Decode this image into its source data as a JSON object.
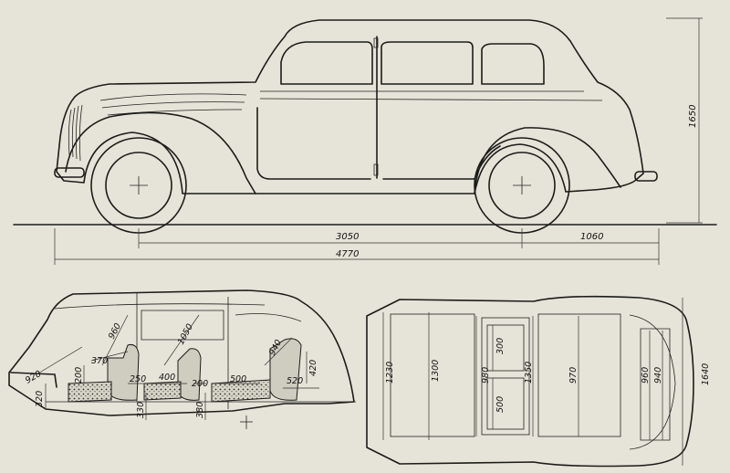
{
  "side_view": {
    "wheelbase": "3050",
    "rear_overhang": "1060",
    "overall_length": "4770",
    "height": "1650"
  },
  "section_view": {
    "dims": [
      "920",
      "320",
      "200",
      "370",
      "960",
      "1050",
      "250",
      "400",
      "200",
      "500",
      "940",
      "520",
      "420",
      "330",
      "380"
    ]
  },
  "plan_view": {
    "dims": [
      "1230",
      "1300",
      "300",
      "980",
      "500",
      "1350",
      "970",
      "960",
      "940",
      "1640"
    ]
  }
}
